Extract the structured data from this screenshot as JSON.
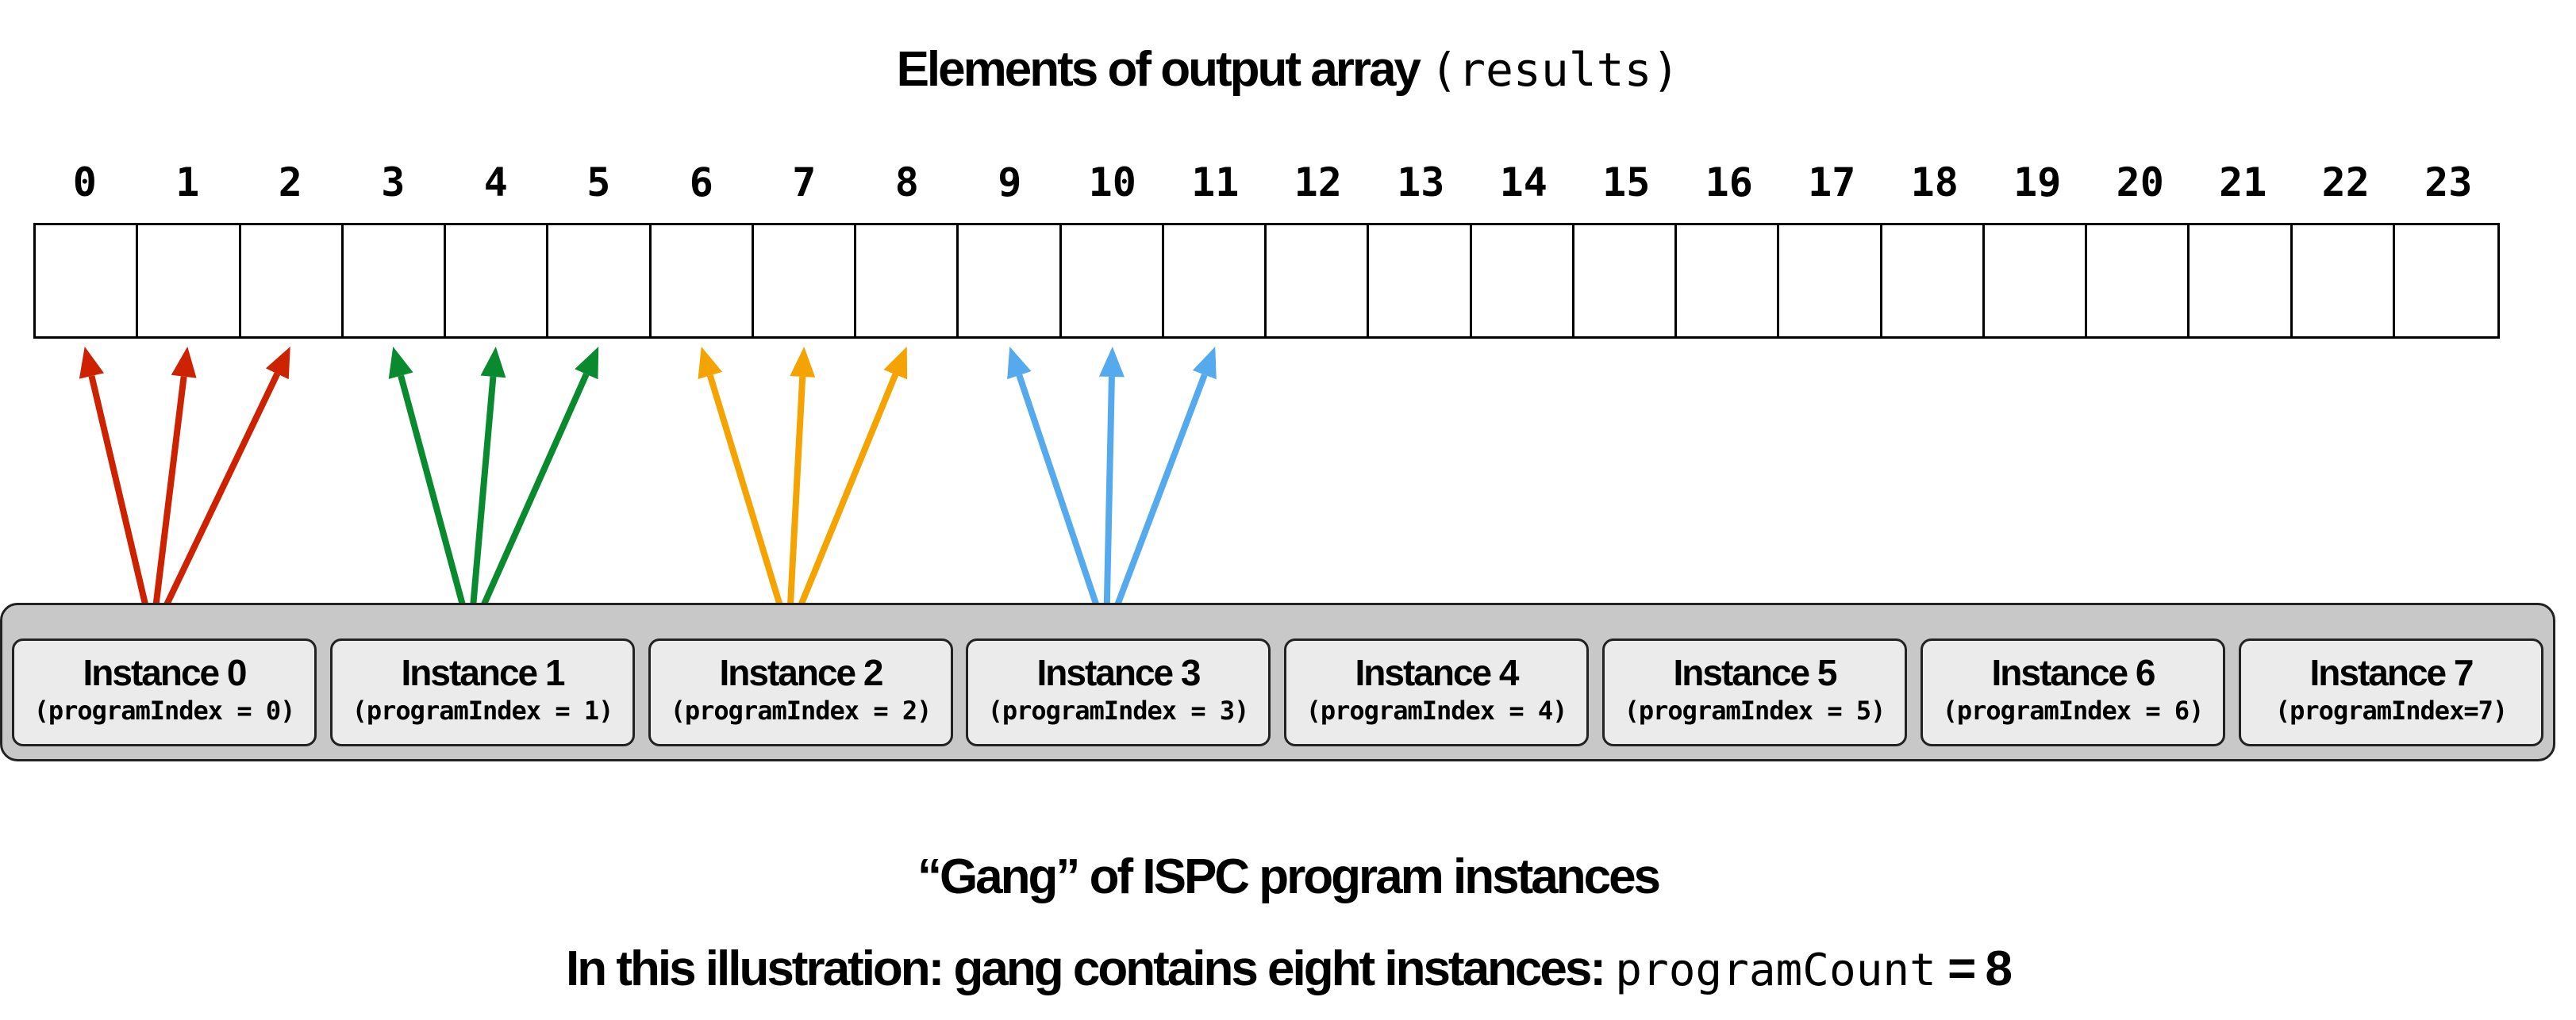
{
  "title": {
    "text": "Elements of output array",
    "code": "(results)"
  },
  "array_indices": [
    "0",
    "1",
    "2",
    "3",
    "4",
    "5",
    "6",
    "7",
    "8",
    "9",
    "10",
    "11",
    "12",
    "13",
    "14",
    "15",
    "16",
    "17",
    "18",
    "19",
    "20",
    "21",
    "22",
    "23"
  ],
  "instances": [
    {
      "name": "Instance 0",
      "index_label": "(programIndex = 0)",
      "color": "#cc2200",
      "targets": [
        0,
        1,
        2
      ]
    },
    {
      "name": "Instance 1",
      "index_label": "(programIndex = 1)",
      "color": "#0a8a2e",
      "targets": [
        3,
        4,
        5
      ]
    },
    {
      "name": "Instance 2",
      "index_label": "(programIndex = 2)",
      "color": "#f5a300",
      "targets": [
        6,
        7,
        8
      ]
    },
    {
      "name": "Instance 3",
      "index_label": "(programIndex = 3)",
      "color": "#55aaee",
      "targets": [
        9,
        10,
        11
      ]
    },
    {
      "name": "Instance 4",
      "index_label": "(programIndex = 4)"
    },
    {
      "name": "Instance 5",
      "index_label": "(programIndex = 5)"
    },
    {
      "name": "Instance 6",
      "index_label": "(programIndex = 6)"
    },
    {
      "name": "Instance 7",
      "index_label": "(programIndex=7)"
    }
  ],
  "caption1": "“Gang” of ISPC program instances",
  "caption2": {
    "text": "In this illustration: gang contains eight instances:",
    "code": "programCount",
    "equals": "= 8"
  }
}
